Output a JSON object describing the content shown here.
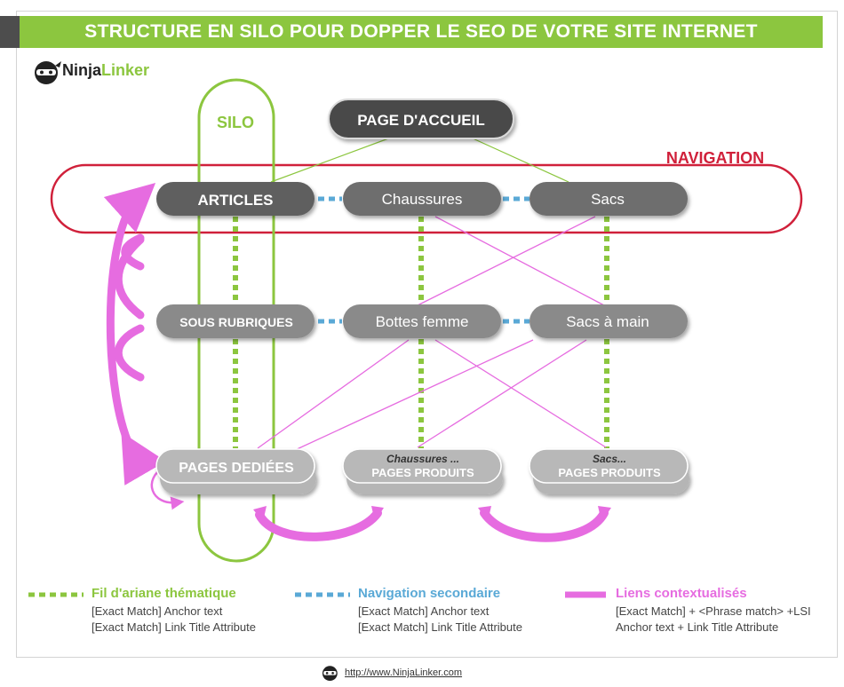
{
  "header": {
    "title": "STRUCTURE EN SILO POUR DOPPER LE SEO DE VOTRE SITE INTERNET"
  },
  "logo": {
    "text_main": "Ninja",
    "text_accent": "Linker"
  },
  "diagram": {
    "silo_label": "SILO",
    "navigation_label": "NAVIGATION",
    "home": "PAGE D'ACCUEIL",
    "row1": [
      "ARTICLES",
      "Chaussures",
      "Sacs"
    ],
    "row2": [
      "SOUS RUBRIQUES",
      "Bottes femme",
      "Sacs à main"
    ],
    "row3_pages": "PAGES DEDIÉES",
    "product_card_1": {
      "top": "Chaussures ...",
      "bottom": "PAGES PRODUITS"
    },
    "product_card_2": {
      "top": "Sacs...",
      "bottom": "PAGES PRODUITS"
    }
  },
  "legend": [
    {
      "title": "Fil d'ariane thématique",
      "color": "#8cc63f",
      "lines": [
        "[Exact Match] Anchor text",
        "[Exact Match] Link Title Attribute"
      ]
    },
    {
      "title": "Navigation secondaire",
      "color": "#5aa9d6",
      "lines": [
        "[Exact Match] Anchor text",
        "[Exact Match] Link Title Attribute"
      ]
    },
    {
      "title": "Liens contextualisés",
      "color": "#e66ce0",
      "lines": [
        "[Exact Match] + <Phrase match> +LSI",
        "Anchor text +  Link Title Attribute"
      ]
    }
  ],
  "footer": {
    "url": "http://www.NinjaLinker.com"
  },
  "colors": {
    "green": "#8cc63f",
    "blue": "#5aa9d6",
    "pink": "#e66ce0",
    "red": "#d0203a",
    "dark_pill": "#4a4a4a",
    "mid_pill": "#6e6e6e",
    "light_pill": "#8a8a8a",
    "pale_pill": "#b5b5b5"
  }
}
